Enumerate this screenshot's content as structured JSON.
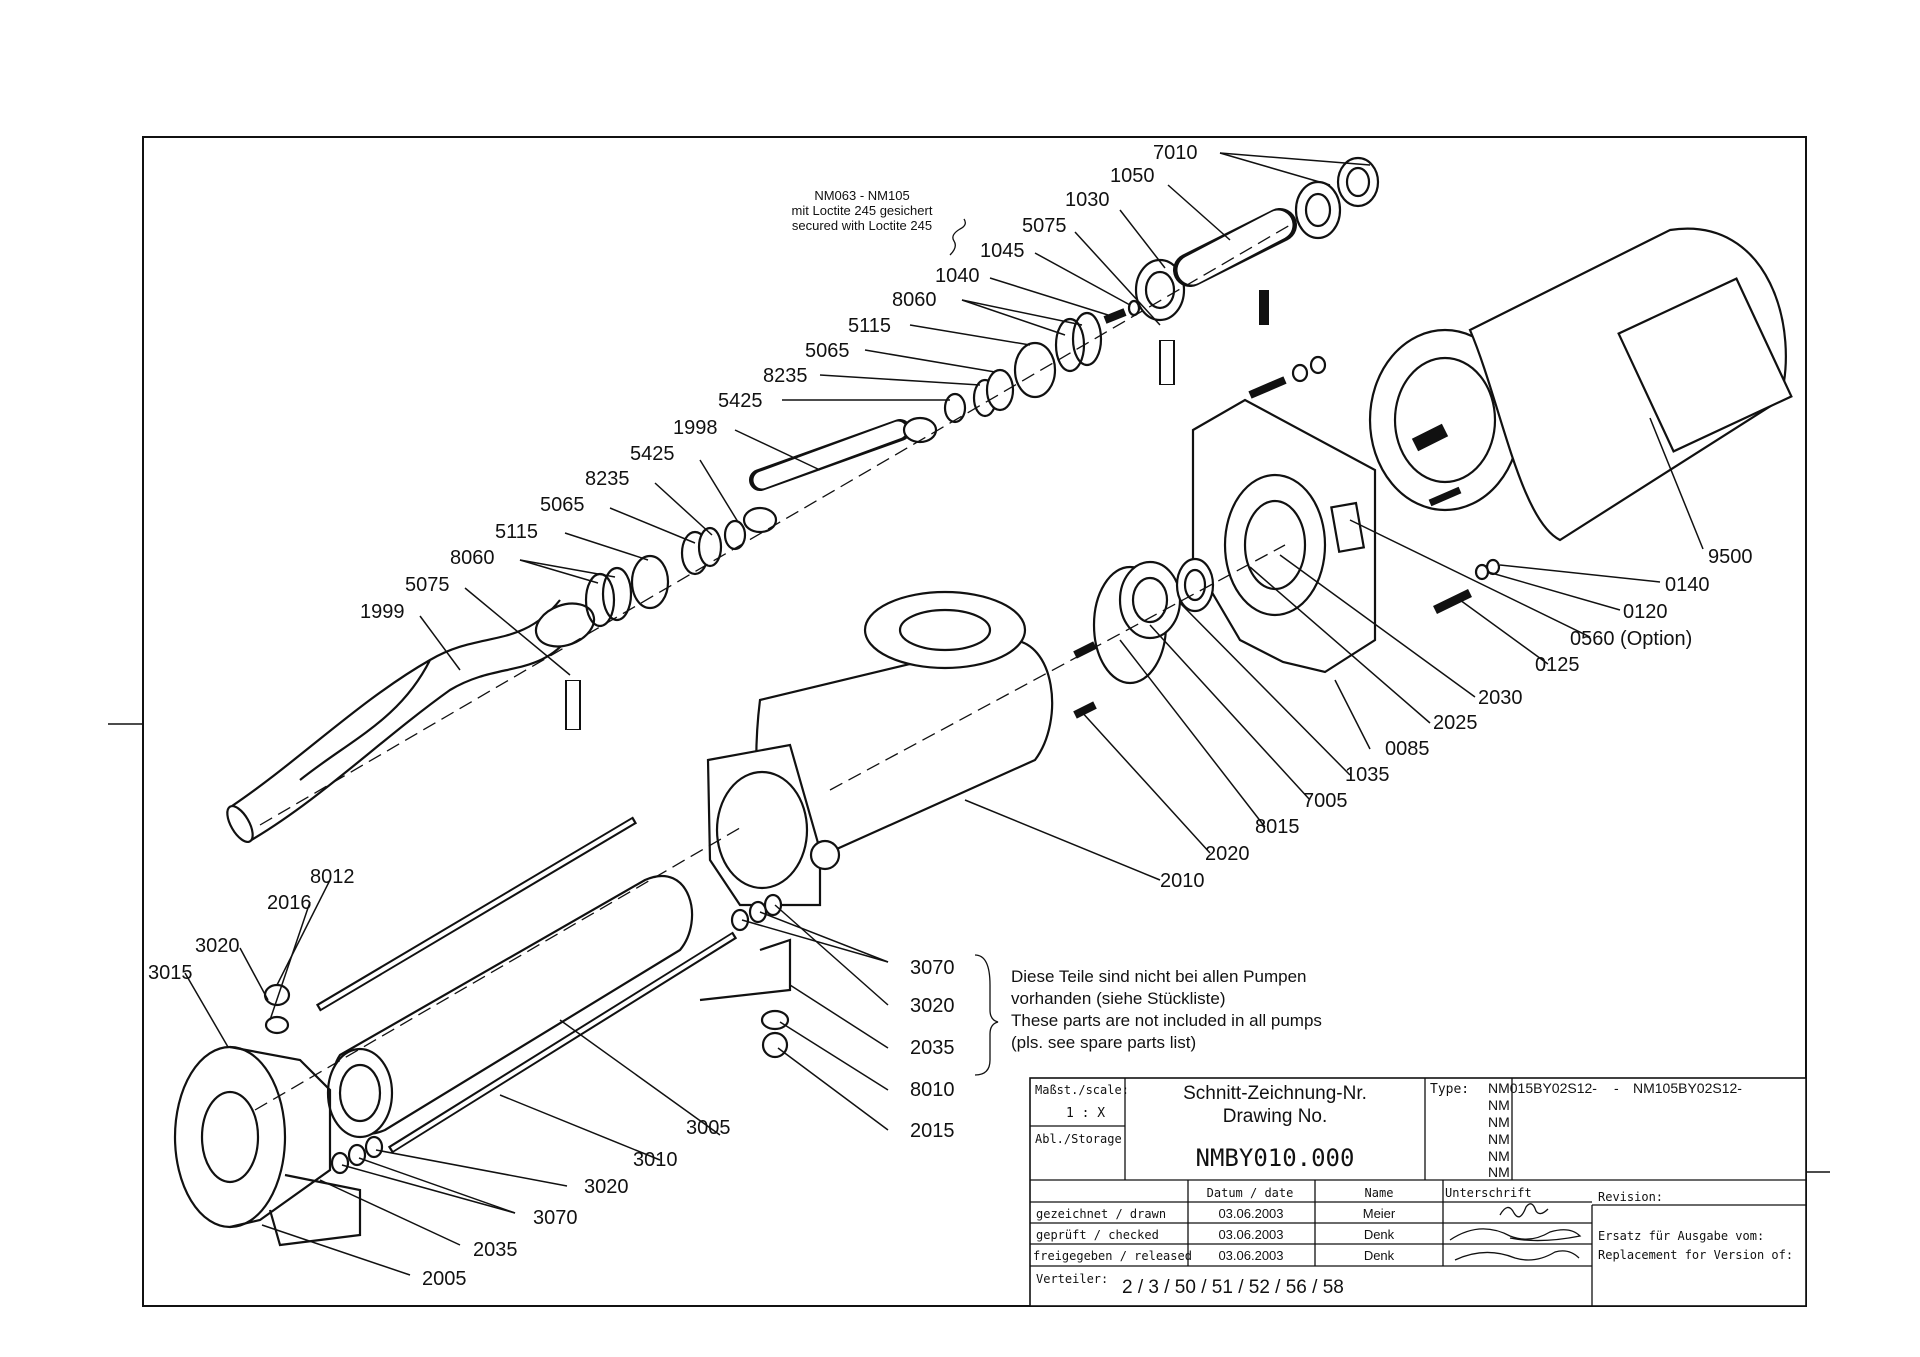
{
  "note": {
    "line1": "NM063  -  NM105",
    "line2": "mit Loctite 245 gesichert",
    "line3": "secured with Loctite 245"
  },
  "part_labels": {
    "p7010": "7010",
    "p1050": "1050",
    "p1030": "1030",
    "p5075a": "5075",
    "p1045": "1045",
    "p1040": "1040",
    "p8060a": "8060",
    "p5115a": "5115",
    "p5065a": "5065",
    "p8235a": "8235",
    "p5425a": "5425",
    "p1998": "1998",
    "p5425b": "5425",
    "p8235b": "8235",
    "p5065b": "5065",
    "p5115b": "5115",
    "p8060b": "8060",
    "p5075b": "5075",
    "p1999": "1999",
    "p9500": "9500",
    "p0140": "0140",
    "p0120": "0120",
    "p0560": "0560 (Option)",
    "p0125": "0125",
    "p2030": "2030",
    "p2025": "2025",
    "p0085": "0085",
    "p1035": "1035",
    "p7005": "7005",
    "p8015": "8015",
    "p2020": "2020",
    "p2010": "2010",
    "p8012": "8012",
    "p2016": "2016",
    "p3020a": "3020",
    "p3015": "3015",
    "p3070a": "3070",
    "p3020b": "3020",
    "p2035a": "2035",
    "p8010": "8010",
    "p2015": "2015",
    "p3005": "3005",
    "p3010": "3010",
    "p3020c": "3020",
    "p3070b": "3070",
    "p2035b": "2035",
    "p2005": "2005"
  },
  "notice": {
    "line1": "Diese Teile sind nicht bei allen Pumpen",
    "line2": "vorhanden (siehe Stückliste)",
    "line3": "These parts are not included in all pumps",
    "line4": "(pls. see spare parts list)"
  },
  "title_block": {
    "scale_label": "Maßst./scale:",
    "scale_value": "1 : X",
    "storage_label": "Abl./Storage",
    "drawing_label_de": "Schnitt-Zeichnung-Nr.",
    "drawing_label_en": "Drawing No.",
    "drawing_number": "NMBY010.000",
    "type_label": "Type:",
    "type_from": "NM015BY02S12-",
    "type_sep": "-",
    "type_to": "NM105BY02S12-",
    "type_rows": [
      "NM",
      "NM",
      "NM",
      "NM",
      "NM"
    ],
    "col_date": "Datum / date",
    "col_name": "Name",
    "col_signature": "Unterschrift",
    "revision_label": "Revision:",
    "rows": [
      {
        "role": "gezeichnet / drawn",
        "date": "03.06.2003",
        "name": "Meier"
      },
      {
        "role": "geprüft / checked",
        "date": "03.06.2003",
        "name": "Denk"
      },
      {
        "role": "freigegeben / released",
        "date": "03.06.2003",
        "name": "Denk"
      }
    ],
    "replacement_line1": "Ersatz für Ausgabe vom:",
    "replacement_line2": "Replacement for Version of:",
    "distribution_label": "Verteiler:",
    "distribution_value": "2 / 3 / 50 / 51 / 52 / 56 / 58"
  }
}
